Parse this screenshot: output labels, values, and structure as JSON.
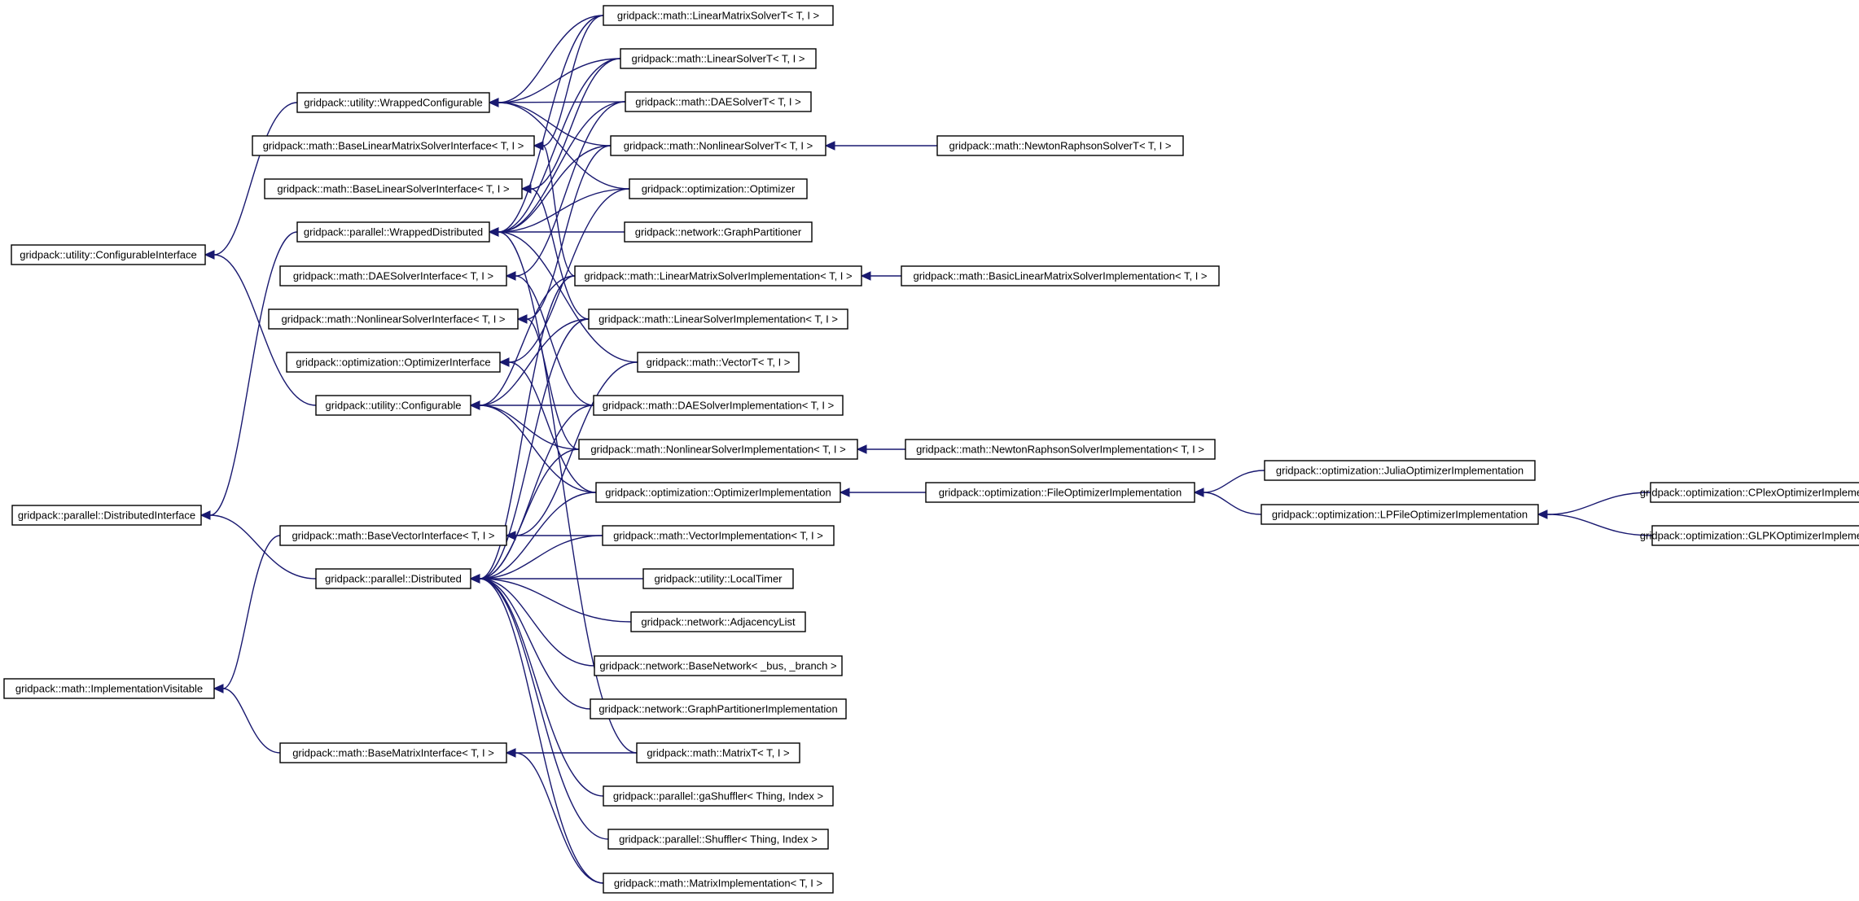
{
  "title": "",
  "colors": {
    "edge": "#191970",
    "box_border": "#000000",
    "background": "#ffffff"
  },
  "nodes": [
    {
      "id": "configurable_interface",
      "label": "gridpack::utility::ConfigurableInterface"
    },
    {
      "id": "distributed_interface",
      "label": "gridpack::parallel::DistributedInterface"
    },
    {
      "id": "implementation_visitable",
      "label": "gridpack::math::ImplementationVisitable"
    },
    {
      "id": "wrapped_configurable",
      "label": "gridpack::utility::WrappedConfigurable"
    },
    {
      "id": "base_linear_matrix_solver_interface",
      "label": "gridpack::math::BaseLinearMatrixSolverInterface< T, I >"
    },
    {
      "id": "base_linear_solver_interface",
      "label": "gridpack::math::BaseLinearSolverInterface< T, I >"
    },
    {
      "id": "wrapped_distributed",
      "label": "gridpack::parallel::WrappedDistributed"
    },
    {
      "id": "dae_solver_interface",
      "label": "gridpack::math::DAESolverInterface< T, I >"
    },
    {
      "id": "nonlinear_solver_interface",
      "label": "gridpack::math::NonlinearSolverInterface< T, I >"
    },
    {
      "id": "optimizer_interface",
      "label": "gridpack::optimization::OptimizerInterface"
    },
    {
      "id": "configurable",
      "label": "gridpack::utility::Configurable"
    },
    {
      "id": "base_vector_interface",
      "label": "gridpack::math::BaseVectorInterface< T, I >"
    },
    {
      "id": "distributed",
      "label": "gridpack::parallel::Distributed"
    },
    {
      "id": "base_matrix_interface",
      "label": "gridpack::math::BaseMatrixInterface< T, I >"
    },
    {
      "id": "linear_matrix_solver_t",
      "label": "gridpack::math::LinearMatrixSolverT< T, I >"
    },
    {
      "id": "linear_solver_t",
      "label": "gridpack::math::LinearSolverT< T, I >"
    },
    {
      "id": "dae_solver_t",
      "label": "gridpack::math::DAESolverT< T, I >"
    },
    {
      "id": "nonlinear_solver_t",
      "label": "gridpack::math::NonlinearSolverT< T, I >"
    },
    {
      "id": "optimizer",
      "label": "gridpack::optimization::Optimizer"
    },
    {
      "id": "graph_partitioner",
      "label": "gridpack::network::GraphPartitioner"
    },
    {
      "id": "linear_matrix_solver_impl",
      "label": "gridpack::math::LinearMatrixSolverImplementation< T, I >"
    },
    {
      "id": "linear_solver_impl",
      "label": "gridpack::math::LinearSolverImplementation< T, I >"
    },
    {
      "id": "vector_t",
      "label": "gridpack::math::VectorT< T, I >"
    },
    {
      "id": "dae_solver_impl",
      "label": "gridpack::math::DAESolverImplementation< T, I >"
    },
    {
      "id": "nonlinear_solver_impl",
      "label": "gridpack::math::NonlinearSolverImplementation< T, I >"
    },
    {
      "id": "optimizer_impl",
      "label": "gridpack::optimization::OptimizerImplementation"
    },
    {
      "id": "vector_impl",
      "label": "gridpack::math::VectorImplementation< T, I >"
    },
    {
      "id": "local_timer",
      "label": "gridpack::utility::LocalTimer"
    },
    {
      "id": "adjacency_list",
      "label": "gridpack::network::AdjacencyList"
    },
    {
      "id": "base_network",
      "label": "gridpack::network::BaseNetwork< _bus, _branch >"
    },
    {
      "id": "graph_partitioner_impl",
      "label": "gridpack::network::GraphPartitionerImplementation"
    },
    {
      "id": "matrix_t",
      "label": "gridpack::math::MatrixT< T, I >"
    },
    {
      "id": "ga_shuffler",
      "label": "gridpack::parallel::gaShuffler< Thing, Index >"
    },
    {
      "id": "shuffler",
      "label": "gridpack::parallel::Shuffler< Thing, Index >"
    },
    {
      "id": "matrix_impl",
      "label": "gridpack::math::MatrixImplementation< T, I >"
    },
    {
      "id": "newton_raphson_solver_t",
      "label": "gridpack::math::NewtonRaphsonSolverT< T, I >"
    },
    {
      "id": "basic_linear_matrix_solver_impl",
      "label": "gridpack::math::BasicLinearMatrixSolverImplementation< T, I >"
    },
    {
      "id": "newton_raphson_solver_impl",
      "label": "gridpack::math::NewtonRaphsonSolverImplementation< T, I >"
    },
    {
      "id": "file_optimizer_impl",
      "label": "gridpack::optimization::FileOptimizerImplementation"
    },
    {
      "id": "julia_optimizer_impl",
      "label": "gridpack::optimization::JuliaOptimizerImplementation"
    },
    {
      "id": "lp_file_optimizer_impl",
      "label": "gridpack::optimization::LPFileOptimizerImplementation"
    },
    {
      "id": "cplex_optimizer_impl",
      "label": "gridpack::optimization::CPlexOptimizerImplementation"
    },
    {
      "id": "glpk_optimizer_impl",
      "label": "gridpack::optimization::GLPKOptimizerImplementation"
    }
  ],
  "edges": [
    {
      "from": "wrapped_configurable",
      "to": "configurable_interface"
    },
    {
      "from": "configurable",
      "to": "configurable_interface"
    },
    {
      "from": "wrapped_distributed",
      "to": "distributed_interface"
    },
    {
      "from": "distributed",
      "to": "distributed_interface"
    },
    {
      "from": "base_vector_interface",
      "to": "implementation_visitable"
    },
    {
      "from": "base_matrix_interface",
      "to": "implementation_visitable"
    },
    {
      "from": "linear_matrix_solver_t",
      "to": "wrapped_configurable"
    },
    {
      "from": "linear_solver_t",
      "to": "wrapped_configurable"
    },
    {
      "from": "dae_solver_t",
      "to": "wrapped_configurable"
    },
    {
      "from": "nonlinear_solver_t",
      "to": "wrapped_configurable"
    },
    {
      "from": "optimizer",
      "to": "wrapped_configurable"
    },
    {
      "from": "linear_matrix_solver_t",
      "to": "base_linear_matrix_solver_interface"
    },
    {
      "from": "linear_matrix_solver_impl",
      "to": "base_linear_matrix_solver_interface"
    },
    {
      "from": "linear_solver_t",
      "to": "base_linear_solver_interface"
    },
    {
      "from": "linear_solver_impl",
      "to": "base_linear_solver_interface"
    },
    {
      "from": "linear_matrix_solver_t",
      "to": "wrapped_distributed"
    },
    {
      "from": "linear_solver_t",
      "to": "wrapped_distributed"
    },
    {
      "from": "dae_solver_t",
      "to": "wrapped_distributed"
    },
    {
      "from": "nonlinear_solver_t",
      "to": "wrapped_distributed"
    },
    {
      "from": "optimizer",
      "to": "wrapped_distributed"
    },
    {
      "from": "graph_partitioner",
      "to": "wrapped_distributed"
    },
    {
      "from": "vector_t",
      "to": "wrapped_distributed"
    },
    {
      "from": "matrix_t",
      "to": "wrapped_distributed"
    },
    {
      "from": "dae_solver_t",
      "to": "dae_solver_interface"
    },
    {
      "from": "dae_solver_impl",
      "to": "dae_solver_interface"
    },
    {
      "from": "nonlinear_solver_t",
      "to": "nonlinear_solver_interface"
    },
    {
      "from": "nonlinear_solver_impl",
      "to": "nonlinear_solver_interface"
    },
    {
      "from": "optimizer",
      "to": "optimizer_interface"
    },
    {
      "from": "optimizer_impl",
      "to": "optimizer_interface"
    },
    {
      "from": "linear_matrix_solver_impl",
      "to": "configurable"
    },
    {
      "from": "linear_solver_impl",
      "to": "configurable"
    },
    {
      "from": "dae_solver_impl",
      "to": "configurable"
    },
    {
      "from": "nonlinear_solver_impl",
      "to": "configurable"
    },
    {
      "from": "optimizer_impl",
      "to": "configurable"
    },
    {
      "from": "vector_t",
      "to": "base_vector_interface"
    },
    {
      "from": "vector_impl",
      "to": "base_vector_interface"
    },
    {
      "from": "linear_matrix_solver_impl",
      "to": "distributed"
    },
    {
      "from": "linear_solver_impl",
      "to": "distributed"
    },
    {
      "from": "dae_solver_impl",
      "to": "distributed"
    },
    {
      "from": "nonlinear_solver_impl",
      "to": "distributed"
    },
    {
      "from": "optimizer_impl",
      "to": "distributed"
    },
    {
      "from": "vector_impl",
      "to": "distributed"
    },
    {
      "from": "local_timer",
      "to": "distributed"
    },
    {
      "from": "adjacency_list",
      "to": "distributed"
    },
    {
      "from": "base_network",
      "to": "distributed"
    },
    {
      "from": "graph_partitioner_impl",
      "to": "distributed"
    },
    {
      "from": "ga_shuffler",
      "to": "distributed"
    },
    {
      "from": "shuffler",
      "to": "distributed"
    },
    {
      "from": "matrix_impl",
      "to": "distributed"
    },
    {
      "from": "matrix_t",
      "to": "base_matrix_interface"
    },
    {
      "from": "matrix_impl",
      "to": "base_matrix_interface"
    },
    {
      "from": "newton_raphson_solver_t",
      "to": "nonlinear_solver_t"
    },
    {
      "from": "basic_linear_matrix_solver_impl",
      "to": "linear_matrix_solver_impl"
    },
    {
      "from": "newton_raphson_solver_impl",
      "to": "nonlinear_solver_impl"
    },
    {
      "from": "file_optimizer_impl",
      "to": "optimizer_impl"
    },
    {
      "from": "julia_optimizer_impl",
      "to": "file_optimizer_impl"
    },
    {
      "from": "lp_file_optimizer_impl",
      "to": "file_optimizer_impl"
    },
    {
      "from": "cplex_optimizer_impl",
      "to": "lp_file_optimizer_impl"
    },
    {
      "from": "glpk_optimizer_impl",
      "to": "lp_file_optimizer_impl"
    }
  ]
}
